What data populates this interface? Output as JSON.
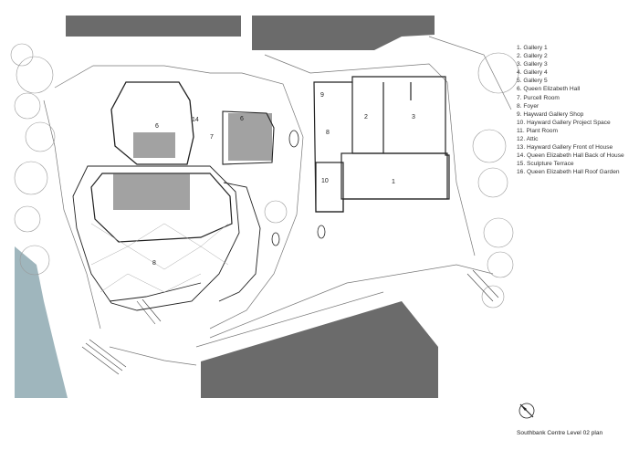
{
  "legend": {
    "items": [
      "1. Gallery 1",
      "2. Gallery 2",
      "3. Gallery 3",
      "4. Gallery 4",
      "5. Gallery 5",
      "6. Queen Elizabeth Hall",
      "7. Purcell Room",
      "8. Foyer",
      "9. Hayward Gallery Shop",
      "10. Hayward Gallery Project Space",
      "11. Plant Room",
      "12. Attic",
      "13. Hayward Gallery Front of House",
      "14. Queen Elizabeth Hall Back of House",
      "15. Sculpture Terrace",
      "16. Queen Elizabeth Hall Roof Garden"
    ]
  },
  "plan": {
    "labels": {
      "n1": "1",
      "n2": "2",
      "n3": "3",
      "n6": "6",
      "n7": "7",
      "n8": "8",
      "n9": "9",
      "n10": "10",
      "n14": "14",
      "n6b": "6",
      "n8b": "8"
    }
  },
  "caption": "Southbank Centre Level 02 plan",
  "colors": {
    "building_fill": "#6b6b6b",
    "water": "#9fb6bd",
    "line": "#222222",
    "thin": "#777777"
  }
}
